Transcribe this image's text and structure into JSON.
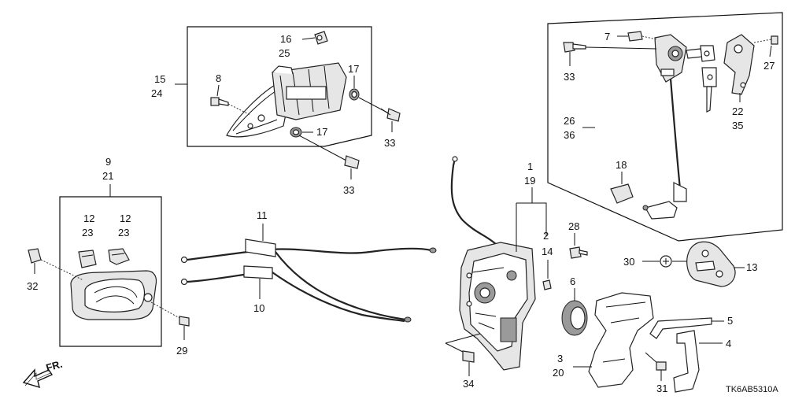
{
  "diagram_code": "TK6AB5310A",
  "direction_label": "FR.",
  "callouts": {
    "c1": "1",
    "c19": "19",
    "c2": "2",
    "c14": "14",
    "c28": "28",
    "c6": "6",
    "c5": "5",
    "c4": "4",
    "c3": "3",
    "c20": "20",
    "c31": "31",
    "c30": "30",
    "c13": "13",
    "c34": "34",
    "c9": "9",
    "c21": "21",
    "c12a": "12",
    "c23a": "23",
    "c12b": "12",
    "c23b": "23",
    "c32": "32",
    "c29": "29",
    "c11": "11",
    "c10": "10",
    "c15": "15",
    "c24": "24",
    "c8": "8",
    "c16": "16",
    "c25": "25",
    "c17a": "17",
    "c17b": "17",
    "c33a": "33",
    "c33b": "33",
    "c7": "7",
    "c33c": "33",
    "c27": "27",
    "c22": "22",
    "c35": "35",
    "c26": "26",
    "c36": "36",
    "c18": "18"
  }
}
